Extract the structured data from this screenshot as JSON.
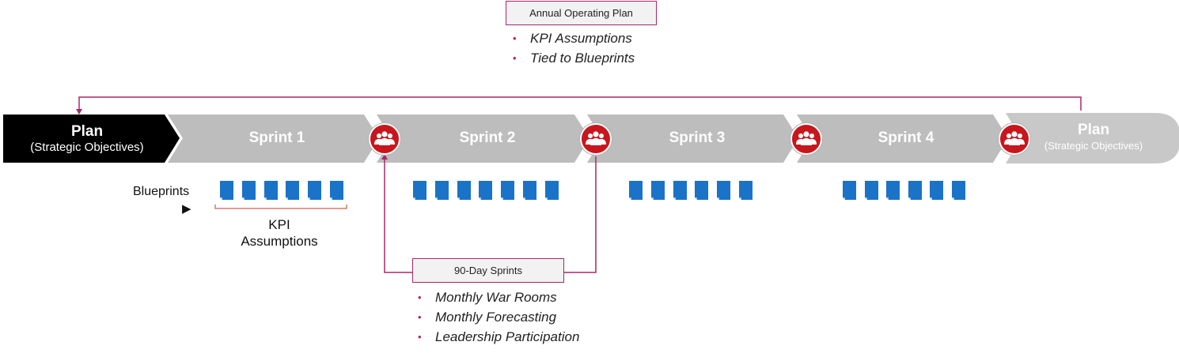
{
  "annual_plan": {
    "title": "Annual Operating Plan",
    "bullets": [
      "KPI Assumptions",
      "Tied to Blueprints"
    ]
  },
  "chevrons": {
    "start": {
      "title": "Plan",
      "subtitle": "(Strategic Objectives)"
    },
    "sprints": [
      "Sprint 1",
      "Sprint 2",
      "Sprint 3",
      "Sprint 4"
    ],
    "end": {
      "title": "Plan",
      "subtitle": "(Strategic Objectives)"
    }
  },
  "blueprints": {
    "label": "Blueprints",
    "kpi_label_line1": "KPI",
    "kpi_label_line2": "Assumptions"
  },
  "sprints_box": {
    "title": "90-Day Sprints",
    "bullets": [
      "Monthly War Rooms",
      "Monthly Forecasting",
      "Leadership Participation"
    ]
  },
  "colors": {
    "start_chevron": "#000000",
    "sprint_chevron": "#bdbdbd",
    "end_chevron": "#c8c8c8",
    "badge": "#c8161d",
    "connector": "#a5296a",
    "doc": "#1a73c7"
  },
  "icons": {
    "badge": "team-meeting-icon",
    "document": "document-icon",
    "pointer": "play-arrow-icon"
  }
}
